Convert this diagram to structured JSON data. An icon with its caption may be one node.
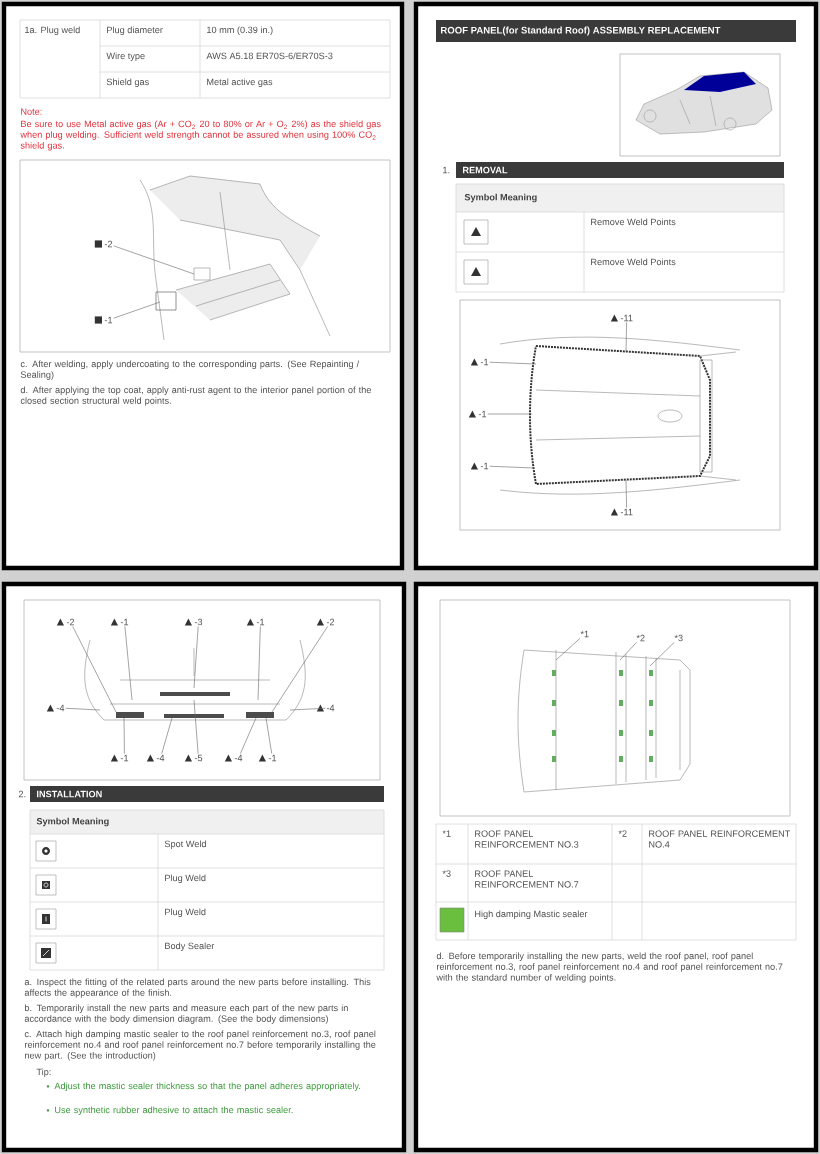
{
  "diagram": {
    "title": "ROOF PANEL(for Standard Roof) ASSEMBLY REPLACEMENT",
    "nodes": [
      {
        "text": [
          "-2"
        ]
      },
      {
        "text": [
          "-1"
        ]
      },
      {
        "text": [
          "-11"
        ]
      },
      {
        "text": [
          "-1"
        ]
      },
      {
        "text": [
          "-1"
        ]
      },
      {
        "text": [
          "-1"
        ]
      },
      {
        "text": [
          "-11"
        ]
      },
      {
        "text": [
          "-2"
        ]
      },
      {
        "text": [
          "-1"
        ]
      },
      {
        "text": [
          "-3"
        ]
      },
      {
        "text": [
          "-1"
        ]
      },
      {
        "text": [
          "-2"
        ]
      },
      {
        "text": [
          "-4"
        ]
      },
      {
        "text": [
          "-4"
        ]
      },
      {
        "text": [
          "-1"
        ]
      },
      {
        "text": [
          "-4"
        ]
      },
      {
        "text": [
          "-5"
        ]
      },
      {
        "text": [
          "-4"
        ]
      },
      {
        "text": [
          "-1"
        ]
      },
      {
        "text": [
          "*1"
        ]
      },
      {
        "text": [
          "*2"
        ]
      },
      {
        "text": [
          "*3"
        ]
      },
      {
        "text": [],
        "shape": "picture"
      },
      {
        "text": [],
        "shape": "picture"
      },
      {
        "text": [],
        "shape": "picture"
      },
      {
        "text": [],
        "shape": "picture"
      }
    ],
    "edges": [
      {
        "from": 0,
        "to": 22,
        "arrow": "none"
      },
      {
        "from": 1,
        "to": 22,
        "arrow": "none"
      },
      {
        "from": 2,
        "to": 23,
        "arrow": "none"
      },
      {
        "from": 3,
        "to": 23,
        "arrow": "none"
      },
      {
        "from": 4,
        "to": 23,
        "arrow": "none"
      },
      {
        "from": 5,
        "to": 23,
        "arrow": "none"
      },
      {
        "from": 6,
        "to": 23,
        "arrow": "none"
      },
      {
        "from": 7,
        "to": 24,
        "arrow": "none"
      },
      {
        "from": 8,
        "to": 24,
        "arrow": "none"
      },
      {
        "from": 9,
        "to": 24,
        "arrow": "none"
      },
      {
        "from": 10,
        "to": 24,
        "arrow": "none"
      },
      {
        "from": 11,
        "to": 24,
        "arrow": "none"
      },
      {
        "from": 12,
        "to": 24,
        "arrow": "none"
      },
      {
        "from": 13,
        "to": 24,
        "arrow": "none"
      },
      {
        "from": 14,
        "to": 24,
        "arrow": "none"
      },
      {
        "from": 15,
        "to": 24,
        "arrow": "none"
      },
      {
        "from": 16,
        "to": 24,
        "arrow": "none"
      },
      {
        "from": 17,
        "to": 24,
        "arrow": "none"
      },
      {
        "from": 18,
        "to": 24,
        "arrow": "none"
      },
      {
        "from": 19,
        "to": 25,
        "arrow": "none"
      },
      {
        "from": 20,
        "to": 25,
        "arrow": "none"
      },
      {
        "from": 21,
        "to": 25,
        "arrow": "none"
      }
    ],
    "labels": [
      "1a. Plug weld",
      "Plug diameter",
      "10 mm (0.39 in.)",
      "Wire type",
      "AWS A5.18 ER70S-6/ER70S-3",
      "Shield gas",
      "Metal active gas",
      "Note:",
      "Be sure to use Metal active gas (Ar + CO$_{2}$ 20 to 80% or Ar + O$_{2}$ 2%) as the shield gas when plug welding. Sufficient weld strength cannot be assured when using 100% CO$_{2}$ shield gas.",
      "c. After welding, apply undercoating to the corresponding parts. (See Repainting / Sealing)",
      "d. After applying the top coat, apply anti-rust agent to the interior panel portion of the closed section structural weld points.",
      "1.",
      "REMOVAL",
      "Symbol Meaning",
      "Remove Weld Points",
      "Remove Weld Points",
      "2.",
      "INSTALLATION",
      "Symbol Meaning",
      "Spot Weld",
      "Plug Weld",
      "Plug Weld",
      "Body Sealer",
      "a. Inspect the fitting of the related parts around the new parts before installing. This affects the appearance of the finish.",
      "b. Temporarily install the new parts and measure each part of the new parts in accordance with the body dimension diagram. (See the body dimensions)",
      "c. Attach high damping mastic sealer to the roof panel reinforcement no.3, roof panel reinforcement no.4 and roof panel reinforcement no.7 before temporarily installing the new part. (See the introduction)",
      "Tip:",
      "Adjust the mastic sealer thickness so that the panel adheres appropriately.",
      "Use synthetic rubber adhesive to attach the mastic sealer.",
      "*1",
      "ROOF PANEL REINFORCEMENT NO.3",
      "*2",
      "ROOF PANEL REINFORCEMENT NO.4",
      "*3",
      "ROOF PANEL REINFORCEMENT NO.7",
      "d. Before temporarily installing the new parts, weld the roof panel, roof panel reinforcement no.3, roof panel reinforcement no.4 and roof panel reinforcement no.7 with the standard number of welding points."
    ],
    "legend": [
      {
        "text": "High damping Mastic sealer",
        "color": "#6abf3f"
      }
    ]
  }
}
